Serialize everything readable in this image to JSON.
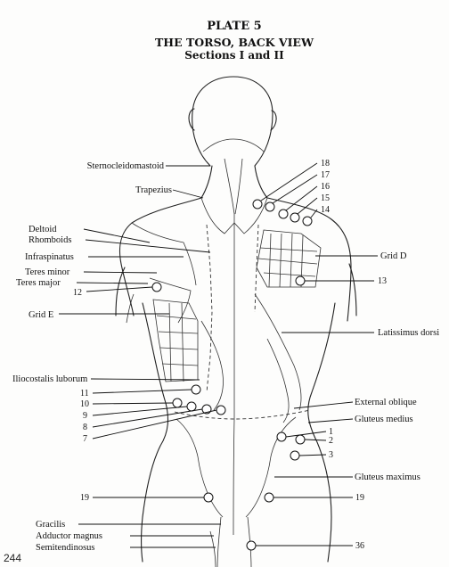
{
  "header": {
    "plate": "PLATE 5",
    "title": "THE TORSO, BACK VIEW",
    "subtitle": "Sections I and II"
  },
  "page_number": "244",
  "labels_left": {
    "sternocleidomastoid": "Sternocleidomastoid",
    "trapezius": "Trapezius",
    "deltoid": "Deltoid",
    "rhomboids": "Rhomboids",
    "infraspinatus": "Infraspinatus",
    "teres_minor": "Teres minor",
    "teres_major": "Teres major",
    "grid_e": "Grid E",
    "iliocostalis": "Iliocostalis luborum",
    "gracilis": "Gracilis",
    "adductor_magnus": "Adductor magnus",
    "semitendinosus": "Semitendinosus"
  },
  "labels_right": {
    "grid_d": "Grid D",
    "latissimus": "Latissimus dorsi",
    "external_oblique": "External oblique",
    "gluteus_medius": "Gluteus medius",
    "gluteus_maximus": "Gluteus maximus"
  },
  "point_numbers": {
    "n18": "18",
    "n17": "17",
    "n16": "16",
    "n15": "15",
    "n14": "14",
    "n13": "13",
    "n12": "12",
    "n11": "11",
    "n10": "10",
    "n9": "9",
    "n8": "8",
    "n7": "7",
    "n1": "1",
    "n2": "2",
    "n3": "3",
    "n19_left": "19",
    "n19_right": "19",
    "n36": "36"
  }
}
